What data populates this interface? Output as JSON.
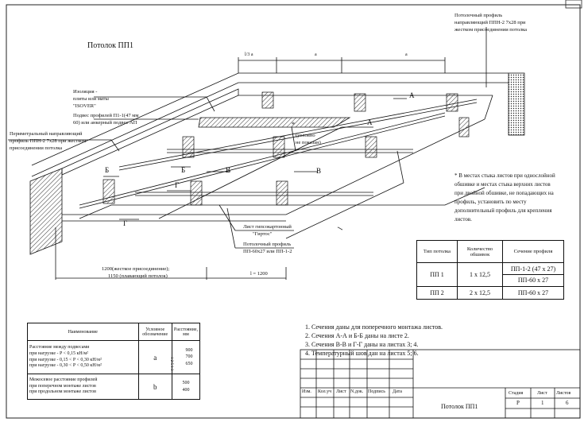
{
  "title": "Потолок ПП1",
  "dims": {
    "top_a3": "l/3 a",
    "top_a1": "a",
    "top_a2": "a",
    "bottom_1200": "1200(жесткое присоединение);",
    "bottom_1150": "1150 (плавающий потолок)",
    "bottom_l": "l = 1200"
  },
  "callouts": {
    "guide_profile": [
      "Потолочный профиль",
      "направляющий ППН-2 7х28  при",
      "жестком присоединении потолка"
    ],
    "insulation": [
      "Изоляция -",
      "плиты или маты",
      "\"ISOVER\""
    ],
    "hanger": [
      "Подвес профилей  П1-1(47 мм",
      "60) или анкерный подвес АП"
    ],
    "perimeter": [
      "Периметральный направляющий",
      "профиль ППН-2 7х28  при жестком",
      "присоединении потолка"
    ],
    "note_star_a": "*",
    "note_star_b": [
      "(условно",
      "не показан)"
    ],
    "gypsum": [
      "Лист гипсокартонный",
      "\"Гиртос\""
    ],
    "ceiling_profile": [
      "Потолочный профиль",
      "ПП-60х27 или ПП-1-2"
    ]
  },
  "section_marks": {
    "a1": "А",
    "a2": "А",
    "b1": "Б",
    "b2": "Б",
    "v1": "В",
    "v2": "В",
    "g1": "Г",
    "g2": "Г"
  },
  "star_note": [
    "* В местах стыка листов при однослойной",
    "обшивке и местах стыка верхних листов",
    "при двойной обшивке, не попадающих на",
    "профиль, установить по месту",
    "дополнительный профиль для крепления",
    "листов."
  ],
  "profile_table": {
    "headers": [
      "Тип потолка",
      "Количество обшивок",
      "Сечение профиля"
    ],
    "rows": [
      {
        "type": "ПП 1",
        "count": "1 х 12,5",
        "sections": [
          "ПП-1-2 (47 х 27)",
          "ПП-60 х 27"
        ]
      },
      {
        "type": "ПП 2",
        "count": "2 х 12,5",
        "sections": [
          "ПП-60 х 27"
        ]
      }
    ]
  },
  "distance_table": {
    "headers": [
      "Наименование",
      "Условное обозначение",
      "Расстояние, мм"
    ],
    "row1": {
      "name": [
        "Расстояние между подвесами",
        "при нагрузке -          P < 0,15 кН/м²",
        "при нагрузке -  0,15 < P < 0,30 кН/м²",
        "при нагрузке -  0,30 < P < 0,50 кН/м²"
      ],
      "symbol": "a",
      "side": "1 2 5 1 3",
      "values": [
        "900",
        "700",
        "650"
      ]
    },
    "row2": {
      "name": [
        "Межосевое расстояние профилей",
        "при поперечном монтаже листов",
        "при продольном монтаже листов"
      ],
      "symbol": "b",
      "values": [
        "500",
        "400"
      ]
    }
  },
  "notes": [
    "1. Сечения даны для поперечного монтажа листов.",
    "2. Сечения А-А и Б-Б даны на листе 2.",
    "3. Сечения В-В и Г-Г даны на листах 3; 4.",
    "4. Температурный шов дан на листах 5; 6."
  ],
  "stamp": {
    "cols": [
      "Изм.",
      "Кол.уч",
      "Лист",
      "N.док.",
      "Подпись",
      "Дата"
    ],
    "title": "Потолок ПП1",
    "stage_label": "Стадия",
    "sheet_label": "Лист",
    "sheets_label": "Листов",
    "stage": "Р",
    "sheet": "1",
    "sheets": "6"
  }
}
